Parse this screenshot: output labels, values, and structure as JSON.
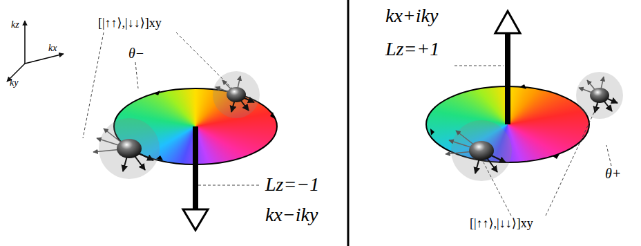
{
  "diagram": {
    "labels": [
      "kz",
      "kx",
      "ky",
      "[|↑↑⟩,|↓↓⟩]xy",
      "θ−",
      "Lz=−1",
      "kx−iky",
      "kx+iky",
      "Lz=+1",
      "θ+",
      "[|↑↑⟩,|↓↓⟩]xy"
    ]
  }
}
